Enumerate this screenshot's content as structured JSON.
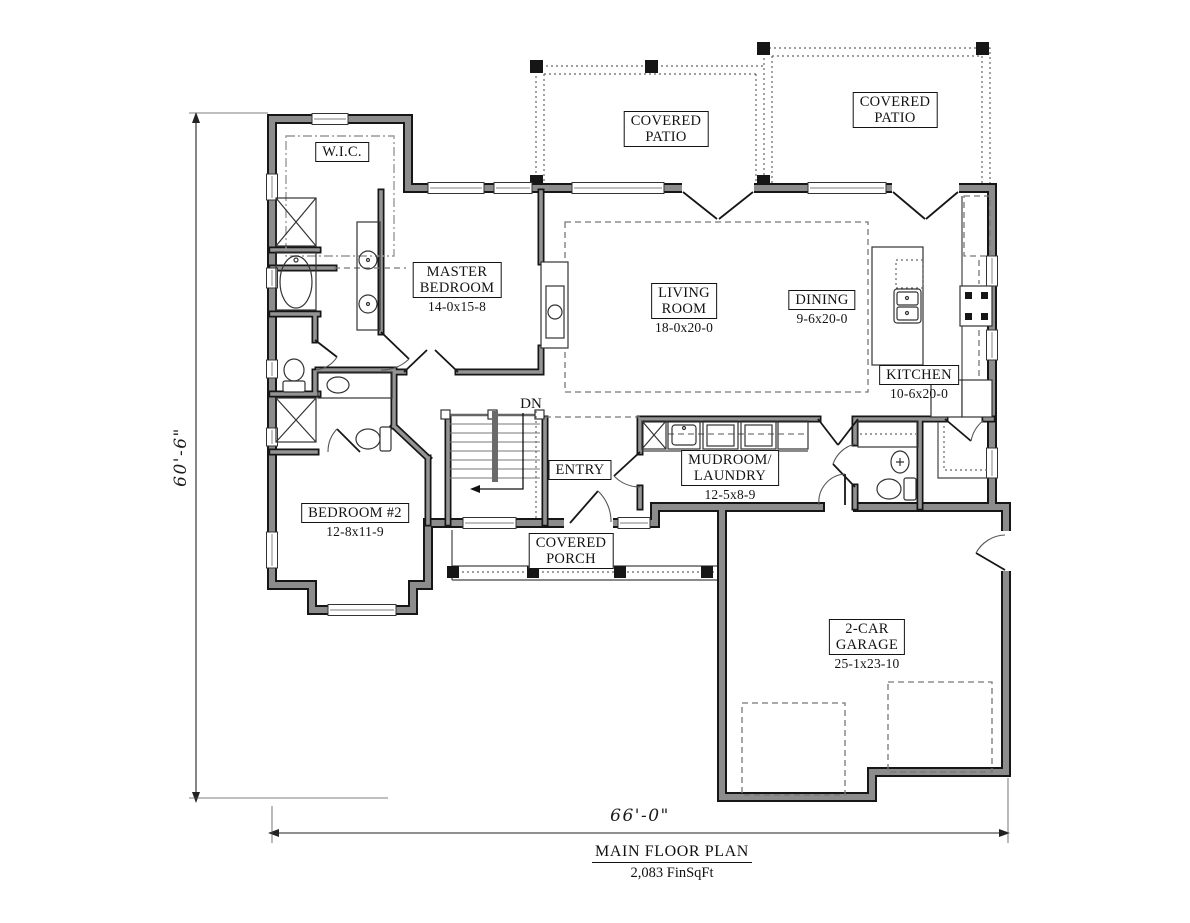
{
  "plan": {
    "title": "MAIN FLOOR PLAN",
    "area": "2,083 FinSqFt",
    "width_dim": "66'-0\"",
    "height_dim": "60'-6\"",
    "stairs_note": "DN"
  },
  "rooms": {
    "wic": {
      "line1": "W.I.C."
    },
    "patio_left": {
      "line1": "COVERED",
      "line2": "PATIO"
    },
    "patio_right": {
      "line1": "COVERED",
      "line2": "PATIO"
    },
    "master": {
      "line1": "MASTER",
      "line2": "BEDROOM",
      "dims": "14-0x15-8"
    },
    "living": {
      "line1": "LIVING",
      "line2": "ROOM",
      "dims": "18-0x20-0"
    },
    "dining": {
      "line1": "DINING",
      "dims": "9-6x20-0"
    },
    "kitchen": {
      "line1": "KITCHEN",
      "dims": "10-6x20-0"
    },
    "entry": {
      "line1": "ENTRY"
    },
    "mudroom": {
      "line1": "MUDROOM/",
      "line2": "LAUNDRY",
      "dims": "12-5x8-9"
    },
    "bedroom2": {
      "line1": "BEDROOM #2",
      "dims": "12-8x11-9"
    },
    "porch": {
      "line1": "COVERED",
      "line2": "PORCH"
    },
    "garage": {
      "line1": "2-CAR",
      "line2": "GARAGE",
      "dims": "25-1x23-10"
    }
  },
  "colors": {
    "wall_fill": "#8c8c8c",
    "wall_edge": "#161616",
    "line": "#333333",
    "dashed": "#777777",
    "background": "#ffffff"
  }
}
